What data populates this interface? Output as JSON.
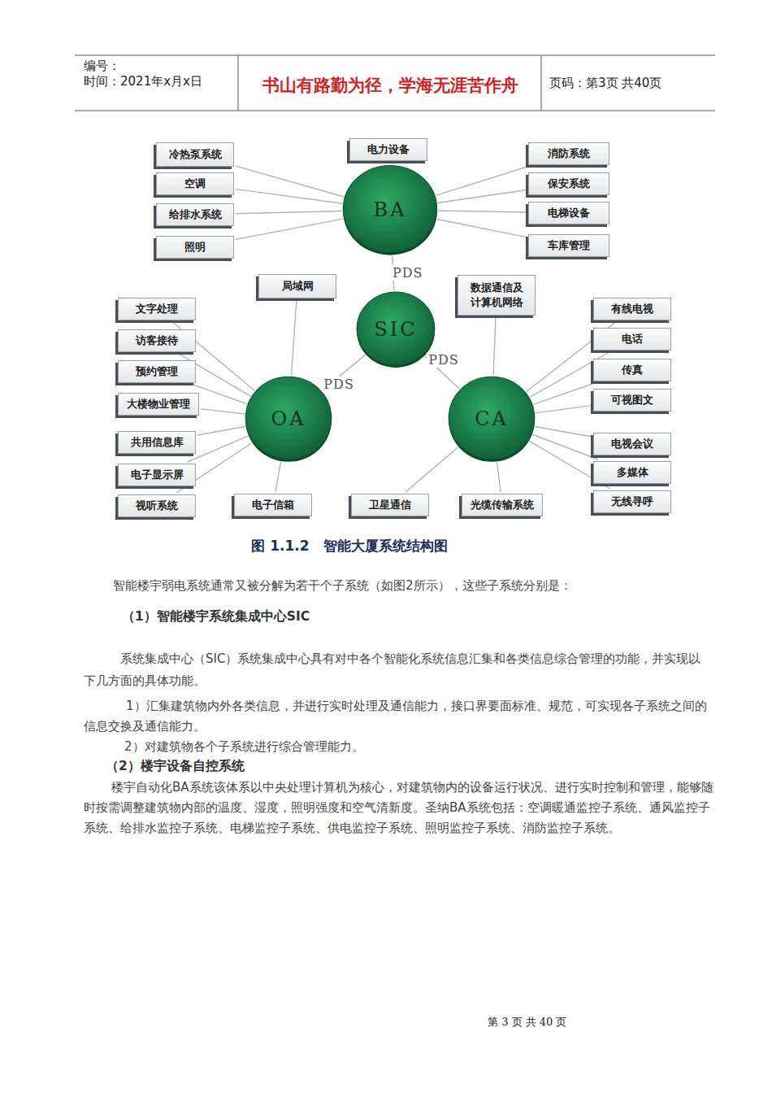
{
  "diagram": {
    "caption": "图 1.1.2　智能大厦系统结构图",
    "nodes": [
      {
        "text": [
          "BA"
        ]
      },
      {
        "text": [
          "冷热泵系统"
        ]
      },
      {
        "text": [
          "空调"
        ]
      },
      {
        "text": [
          "给排水系统"
        ]
      },
      {
        "text": [
          "照明"
        ]
      },
      {
        "text": [
          "电力设备"
        ]
      },
      {
        "text": [
          "消防系统"
        ]
      },
      {
        "text": [
          "保安系统"
        ]
      },
      {
        "text": [
          "电梯设备"
        ]
      },
      {
        "text": [
          "车库管理"
        ]
      },
      {
        "text": [
          "SIC"
        ]
      },
      {
        "text": [
          "局域网"
        ]
      },
      {
        "text": [
          "数据通信及 计算机网络"
        ]
      },
      {
        "text": [
          "OA"
        ]
      },
      {
        "text": [
          "文字处理"
        ]
      },
      {
        "text": [
          "访客接待"
        ]
      },
      {
        "text": [
          "预约管理"
        ]
      },
      {
        "text": [
          "大楼物业管理"
        ]
      },
      {
        "text": [
          "共用信息库"
        ]
      },
      {
        "text": [
          "电子显示屏"
        ]
      },
      {
        "text": [
          "视听系统"
        ]
      },
      {
        "text": [
          "电子信箱"
        ]
      },
      {
        "text": [
          "CA"
        ]
      },
      {
        "text": [
          "有线电视"
        ]
      },
      {
        "text": [
          "电话"
        ]
      },
      {
        "text": [
          "传真"
        ]
      },
      {
        "text": [
          "可视图文"
        ]
      },
      {
        "text": [
          "电视会议"
        ]
      },
      {
        "text": [
          "多媒体"
        ]
      },
      {
        "text": [
          "无线寻呼"
        ]
      },
      {
        "text": [
          "卫星通信"
        ]
      },
      {
        "text": [
          "光缆传输系统"
        ]
      }
    ],
    "edges": [
      {
        "from": 0,
        "to": 1,
        "arrow": "none"
      },
      {
        "from": 0,
        "to": 2,
        "arrow": "none"
      },
      {
        "from": 0,
        "to": 3,
        "arrow": "none"
      },
      {
        "from": 0,
        "to": 4,
        "arrow": "none"
      },
      {
        "from": 0,
        "to": 5,
        "arrow": "none"
      },
      {
        "from": 0,
        "to": 6,
        "arrow": "none"
      },
      {
        "from": 0,
        "to": 7,
        "arrow": "none"
      },
      {
        "from": 0,
        "to": 8,
        "arrow": "none"
      },
      {
        "from": 0,
        "to": 9,
        "arrow": "none"
      },
      {
        "from": 10,
        "to": 0,
        "label": "PDS",
        "arrow": "none"
      },
      {
        "from": 10,
        "to": 13,
        "label": "PDS",
        "arrow": "none"
      },
      {
        "from": 10,
        "to": 22,
        "label": "PDS",
        "arrow": "none"
      },
      {
        "from": 13,
        "to": 11,
        "arrow": "none"
      },
      {
        "from": 13,
        "to": 14,
        "arrow": "none"
      },
      {
        "from": 13,
        "to": 15,
        "arrow": "none"
      },
      {
        "from": 13,
        "to": 16,
        "arrow": "none"
      },
      {
        "from": 13,
        "to": 17,
        "arrow": "none"
      },
      {
        "from": 13,
        "to": 18,
        "arrow": "none"
      },
      {
        "from": 13,
        "to": 19,
        "arrow": "none"
      },
      {
        "from": 13,
        "to": 20,
        "arrow": "none"
      },
      {
        "from": 13,
        "to": 21,
        "arrow": "none"
      },
      {
        "from": 22,
        "to": 12,
        "arrow": "none"
      },
      {
        "from": 22,
        "to": 23,
        "arrow": "none"
      },
      {
        "from": 22,
        "to": 24,
        "arrow": "none"
      },
      {
        "from": 22,
        "to": 25,
        "arrow": "none"
      },
      {
        "from": 22,
        "to": 26,
        "arrow": "none"
      },
      {
        "from": 22,
        "to": 27,
        "arrow": "none"
      },
      {
        "from": 22,
        "to": 28,
        "arrow": "none"
      },
      {
        "from": 22,
        "to": 29,
        "arrow": "none"
      },
      {
        "from": 22,
        "to": 30,
        "arrow": "none"
      },
      {
        "from": 22,
        "to": 31,
        "arrow": "none"
      }
    ],
    "labels": [
      "编号：",
      "时间：2021年x月x日",
      "书山有路勤为径，学海无涯苦作舟",
      "页码：第3页 共40页",
      "智能楼宇弱电系统通常又被分解为若干个子系统（如图2所示），这些子系统分别是：",
      "（1）智能楼宇系统集成中心SIC",
      "系统集成中心（SIC）系统集成中心具有对中各个智能化系统信息汇集和各类信息综合管理的功能，并实现以下几方面的具体功能。",
      "1）汇集建筑物内外各类信息，并进行实时处理及通信能力，接口界要面标准、规范，可实现各子系统之间的信息交换及通信能力。",
      "2）对建筑物各个子系统进行综合管理能力。",
      "（2）楼宇设备自控系统",
      "楼宇自动化BA系统该体系以中央处理计算机为核心，对建筑物内的设备运行状况、进行实时控制和管理，能够随时按需调整建筑物内部的温度、湿度，照明强度和空气清新度。圣纳BA系统包括：空调暖通监控子系统、通风监控子系统、给排水监控子系统、电梯监控子系统、供电监控子系统、照明监控子系统、消防监控子系统。",
      "第 3 页 共 40 页"
    ]
  }
}
